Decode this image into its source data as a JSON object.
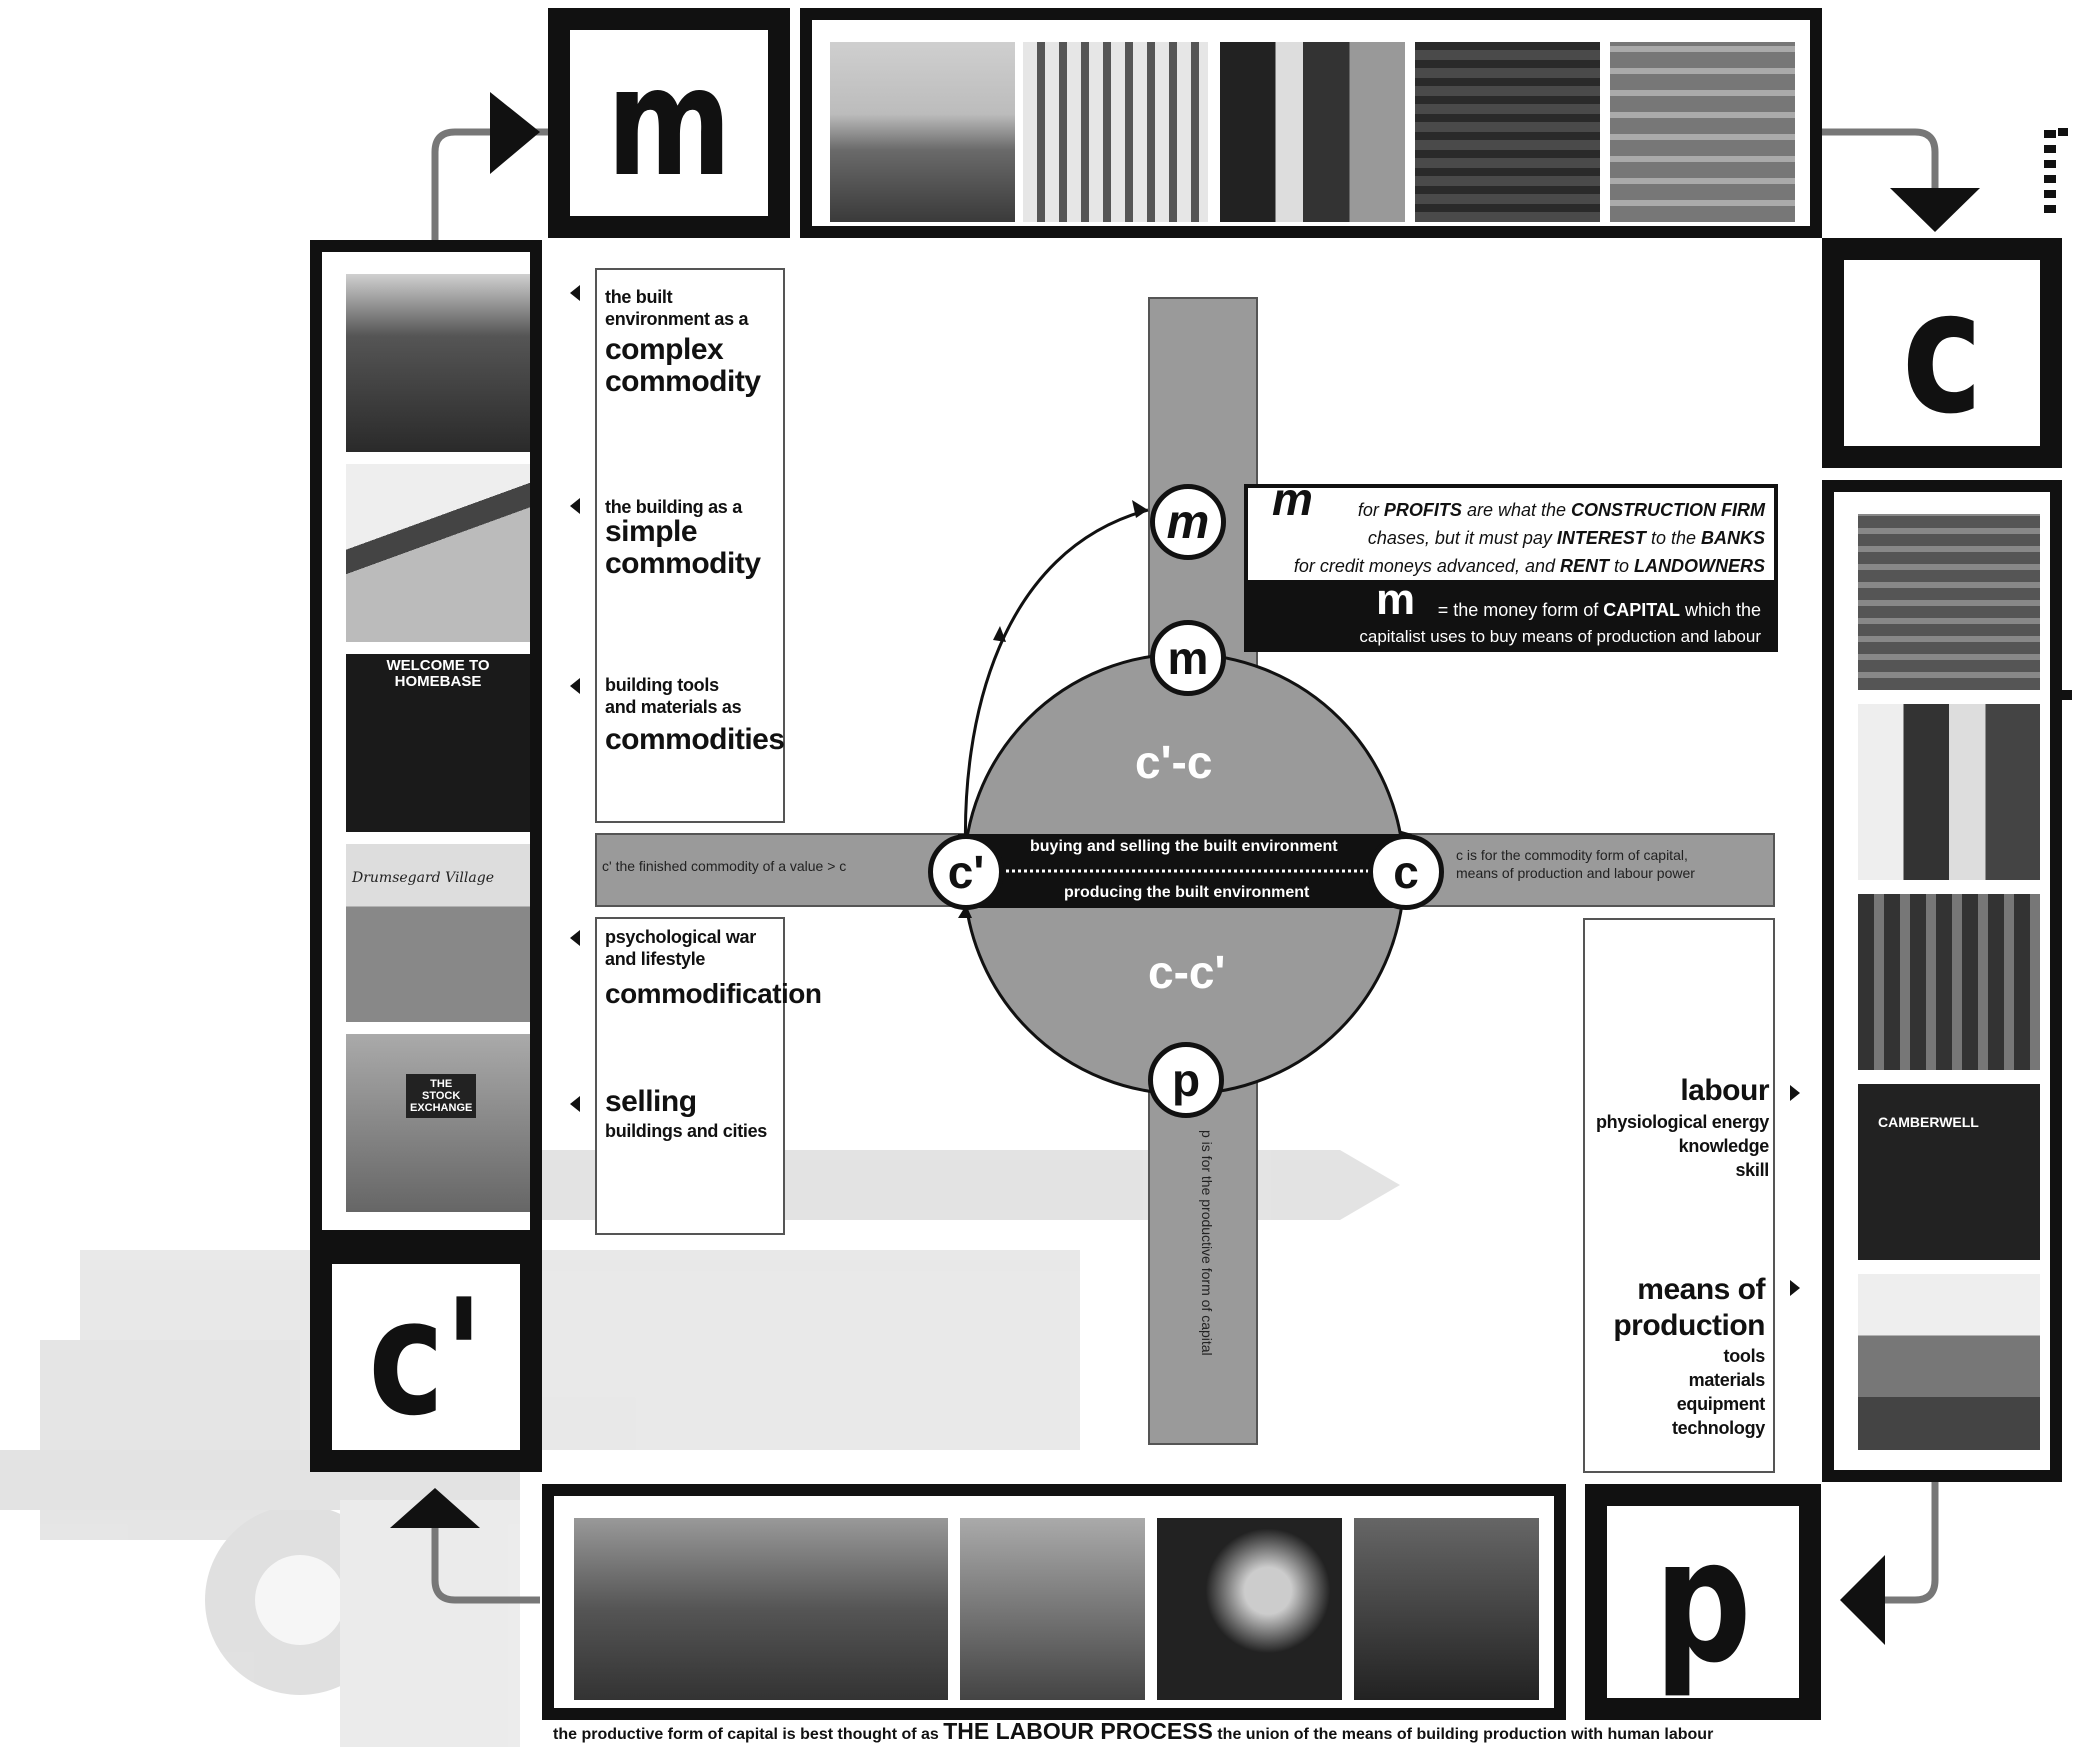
{
  "corner_boxes": {
    "top": "m",
    "right": "c",
    "bottom": "p",
    "left": "c'"
  },
  "left_labels": [
    {
      "small": "the built\nenvironment as a",
      "big": "complex\ncommodity"
    },
    {
      "small": "the building as a",
      "big": "simple\ncommodity"
    },
    {
      "small": "building tools\nand materials as",
      "big": "commodities"
    },
    {
      "small": "psychological war\nand lifestyle",
      "big": "commodification"
    },
    {
      "big": "selling",
      "small": "buildings and cities"
    }
  ],
  "right_labels": [
    {
      "big": "labour",
      "small": "physiological energy\nknowledge\nskill"
    },
    {
      "big": "means of\nproduction",
      "small": "tools\nmaterials\nequipment\ntechnology"
    }
  ],
  "circuit": {
    "upper_half": "c'-c",
    "lower_half": "c-c'",
    "node_m_top": "m",
    "node_m": "m",
    "node_c_prime": "c'",
    "node_c": "c",
    "node_p": "p",
    "band_top_text": "buying and selling the built environment",
    "band_bottom_text": "producing the built environment",
    "left_bar_text": "c' the finished commodity of a value > c",
    "right_bar_text": "c is for the commodity form of capital,\nmeans of production and labour power",
    "vertical_bar_text": "p is for the productive form of capital"
  },
  "profits_box": {
    "m_letter": "m",
    "line1_a": " for ",
    "line1_b": "PROFITS",
    "line1_c": " are what the ",
    "line1_d": "CONSTRUCTION FIRM",
    "line2_a": "chases, but it must pay ",
    "line2_b": "INTEREST",
    "line2_c": " to the ",
    "line2_d": "BANKS",
    "line3_a": "for credit moneys advanced, and ",
    "line3_b": "RENT",
    "line3_c": " to ",
    "line3_d": "LANDOWNERS"
  },
  "money_box": {
    "m_letter": "m",
    "line1_a": "= the money form of ",
    "line1_b": "CAPITAL",
    "line1_c": " which the",
    "line2": "capitalist uses to buy means of production and labour"
  },
  "footer": {
    "a": "the productive form of capital is best thought of as ",
    "b": "THE LABOUR PROCESS",
    "c": " the union of the means of building production with human labour"
  },
  "photo_labels": {
    "welcome": "WELCOME TO\nHOMEBASE",
    "village": "Drumsegard Village",
    "stock": "THE\nSTOCK\nEXCHANGE",
    "camberwell": "CAMBERWELL"
  }
}
